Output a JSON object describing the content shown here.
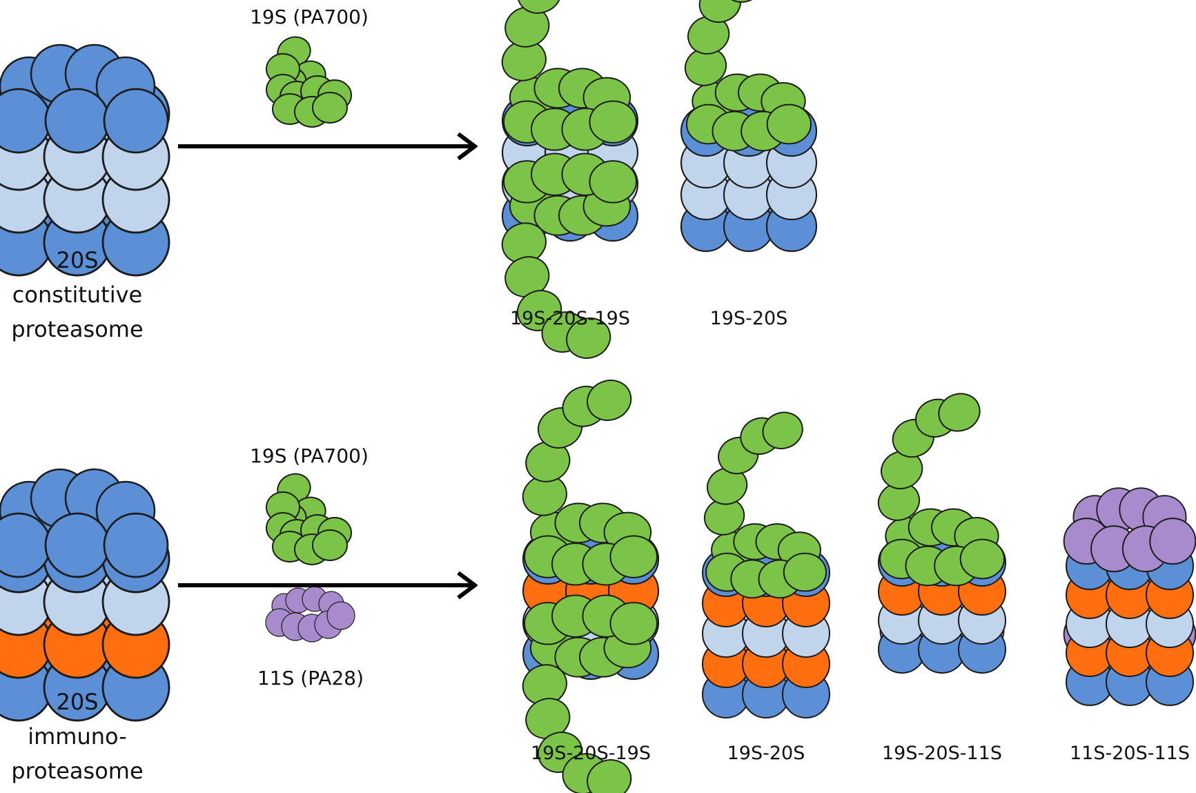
{
  "colors": {
    "blue": "#5b8fd6",
    "light_blue": "#c0d4ec",
    "orange": "#ff6f0f",
    "green": "#7cc447",
    "purple": "#a88bcc",
    "outline": "#1c1c1c",
    "arrow": "#000000"
  },
  "top": {
    "core_label": [
      "20S",
      "constitutive",
      "proteasome"
    ],
    "cap_label": "19S (PA700)",
    "products": [
      "19S-20S-19S",
      "19S-20S"
    ]
  },
  "bottom": {
    "core_label": [
      "20S",
      "immuno-",
      "proteasome"
    ],
    "cap_label": "19S (PA700)",
    "cap2_label": "11S (PA28)",
    "products": [
      "19S-20S-19S",
      "19S-20S",
      "19S-20S-11S",
      "11S-20S-11S"
    ]
  }
}
